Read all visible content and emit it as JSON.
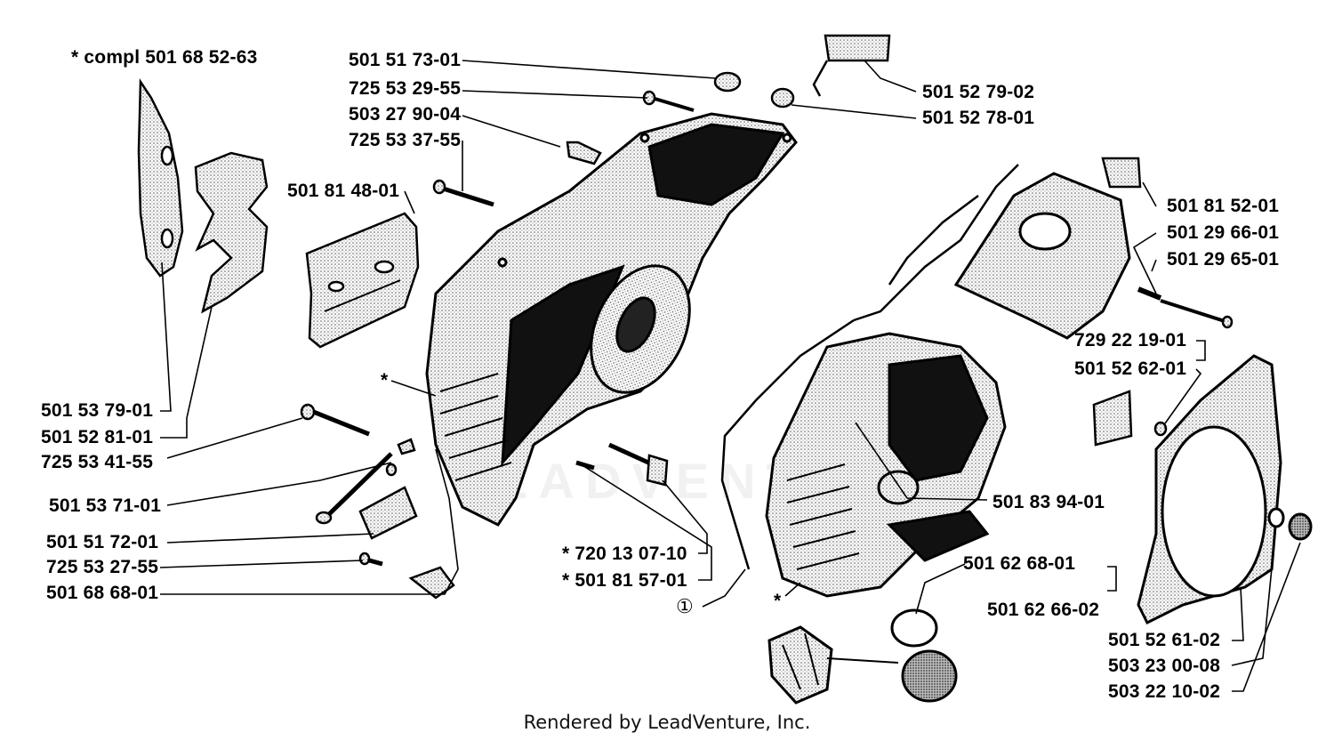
{
  "labels": {
    "compl": "* compl 501 68 52-63",
    "p_501_51_73_01": "501 51 73-01",
    "p_725_53_29_55": "725 53 29-55",
    "p_503_27_90_04": "503 27 90-04",
    "p_725_53_37_55": "725 53 37-55",
    "p_501_81_48_01": "501 81 48-01",
    "p_501_52_79_02": "501 52 79-02",
    "p_501_52_78_01": "501 52 78-01",
    "p_501_81_52_01": "501 81 52-01",
    "p_501_29_66_01": "501 29 66-01",
    "p_501_29_65_01": "501 29 65-01",
    "p_729_22_19_01": "729 22 19-01",
    "p_501_52_62_01": "501 52 62-01",
    "p_501_53_79_01": "501 53 79-01",
    "p_501_52_81_01": "501 52 81-01",
    "p_725_53_41_55": "725 53 41-55",
    "p_501_53_71_01": "501 53 71-01",
    "p_501_51_72_01": "501 51 72-01",
    "p_725_53_27_55": "725 53 27-55",
    "p_501_68_68_01": "501 68 68-01",
    "p_720_13_07_10": "* 720 13 07-10",
    "p_501_81_57_01": "* 501 81 57-01",
    "p_501_83_94_01": "501 83 94-01",
    "p_501_62_68_01": "501 62 68-01",
    "p_501_62_66_02": "501 62 66-02",
    "p_501_52_61_02": "501 52 61-02",
    "p_503_23_00_08": "503 23 00-08",
    "p_503_22_10_02": "503 22 10-02",
    "circled_one": "①",
    "asterisk": "*"
  },
  "watermark": "LEADVENTURE",
  "footer": "Rendered by LeadVenture, Inc."
}
